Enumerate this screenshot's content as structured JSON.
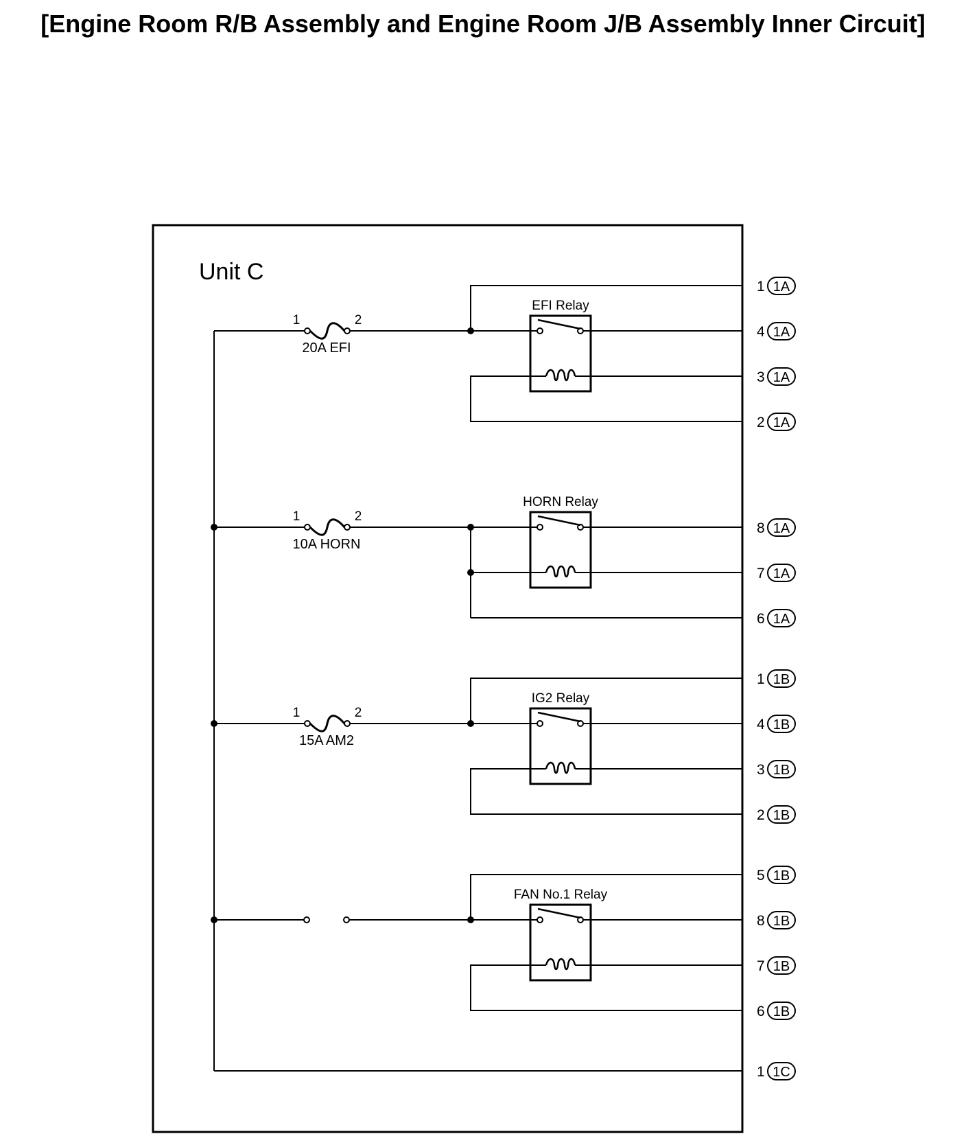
{
  "title": "[Engine Room R/B Assembly and Engine Room J/B Assembly Inner Circuit]",
  "unit_label": "Unit C",
  "fuses": [
    {
      "label": "20A EFI",
      "pin_in": "1",
      "pin_out": "2"
    },
    {
      "label": "10A HORN",
      "pin_in": "1",
      "pin_out": "2"
    },
    {
      "label": "15A AM2",
      "pin_in": "1",
      "pin_out": "2"
    }
  ],
  "relays": [
    {
      "label": "EFI Relay"
    },
    {
      "label": "HORN Relay"
    },
    {
      "label": "IG2 Relay"
    },
    {
      "label": "FAN No.1 Relay"
    }
  ],
  "terminals": [
    {
      "pin": "1",
      "connector": "1A"
    },
    {
      "pin": "4",
      "connector": "1A"
    },
    {
      "pin": "3",
      "connector": "1A"
    },
    {
      "pin": "2",
      "connector": "1A"
    },
    {
      "pin": "8",
      "connector": "1A"
    },
    {
      "pin": "7",
      "connector": "1A"
    },
    {
      "pin": "6",
      "connector": "1A"
    },
    {
      "pin": "1",
      "connector": "1B"
    },
    {
      "pin": "4",
      "connector": "1B"
    },
    {
      "pin": "3",
      "connector": "1B"
    },
    {
      "pin": "2",
      "connector": "1B"
    },
    {
      "pin": "5",
      "connector": "1B"
    },
    {
      "pin": "8",
      "connector": "1B"
    },
    {
      "pin": "7",
      "connector": "1B"
    },
    {
      "pin": "6",
      "connector": "1B"
    },
    {
      "pin": "1",
      "connector": "1C"
    }
  ]
}
